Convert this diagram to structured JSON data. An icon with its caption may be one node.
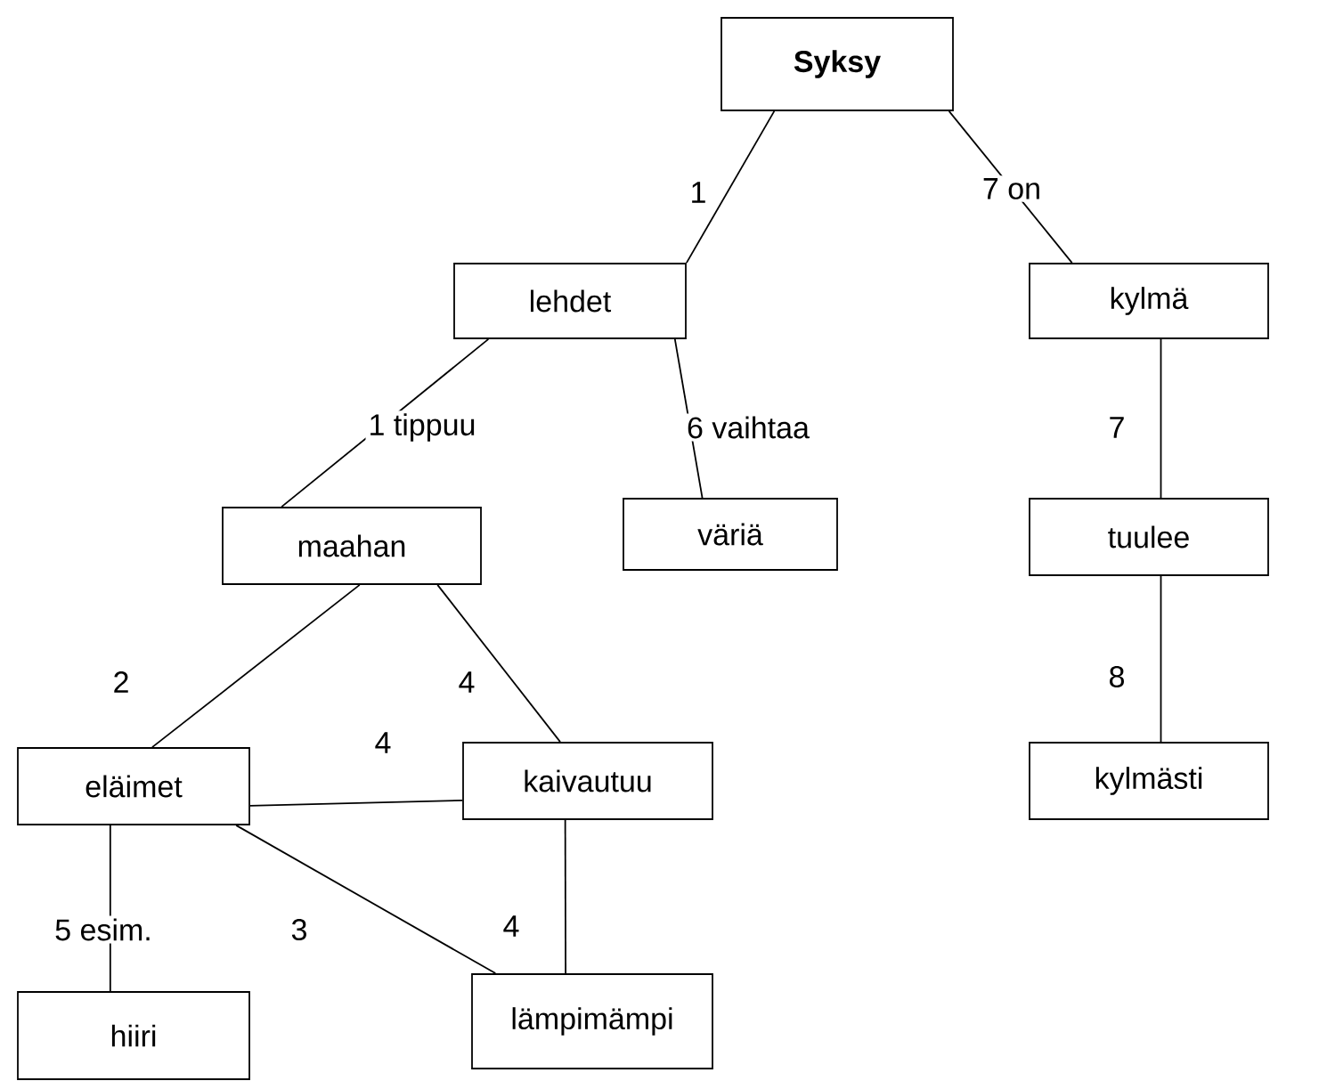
{
  "diagram": {
    "nodes": [
      {
        "text": [
          "**Syksy**"
        ]
      },
      {
        "text": [
          "lehdet"
        ]
      },
      {
        "text": [
          "kylmä"
        ]
      },
      {
        "text": [
          "maahan"
        ]
      },
      {
        "text": [
          "väriä"
        ]
      },
      {
        "text": [
          "tuulee"
        ]
      },
      {
        "text": [
          "eläimet"
        ]
      },
      {
        "text": [
          "kaivautuu"
        ]
      },
      {
        "text": [
          "kylmästi"
        ]
      },
      {
        "text": [
          "hiiri"
        ]
      },
      {
        "text": [
          "lämpimämpi"
        ]
      }
    ],
    "edges": [
      {
        "from": 0,
        "to": 1,
        "arrow": "none",
        "label": "1"
      },
      {
        "from": 0,
        "to": 2,
        "arrow": "none",
        "label": "7 on"
      },
      {
        "from": 1,
        "to": 3,
        "arrow": "none",
        "label": "1 tippuu"
      },
      {
        "from": 1,
        "to": 4,
        "arrow": "none",
        "label": "6 vaihtaa"
      },
      {
        "from": 2,
        "to": 5,
        "arrow": "none",
        "label": "7"
      },
      {
        "from": 3,
        "to": 6,
        "arrow": "none",
        "label": "2"
      },
      {
        "from": 3,
        "to": 7,
        "arrow": "none",
        "label": "4"
      },
      {
        "from": 5,
        "to": 8,
        "arrow": "none",
        "label": "8"
      },
      {
        "from": 6,
        "to": 7,
        "arrow": "none",
        "label": "4"
      },
      {
        "from": 6,
        "to": 9,
        "arrow": "none",
        "label": "5 esim."
      },
      {
        "from": 6,
        "to": 10,
        "arrow": "none",
        "label": "3"
      },
      {
        "from": 7,
        "to": 10,
        "arrow": "none",
        "label": "4"
      }
    ]
  }
}
